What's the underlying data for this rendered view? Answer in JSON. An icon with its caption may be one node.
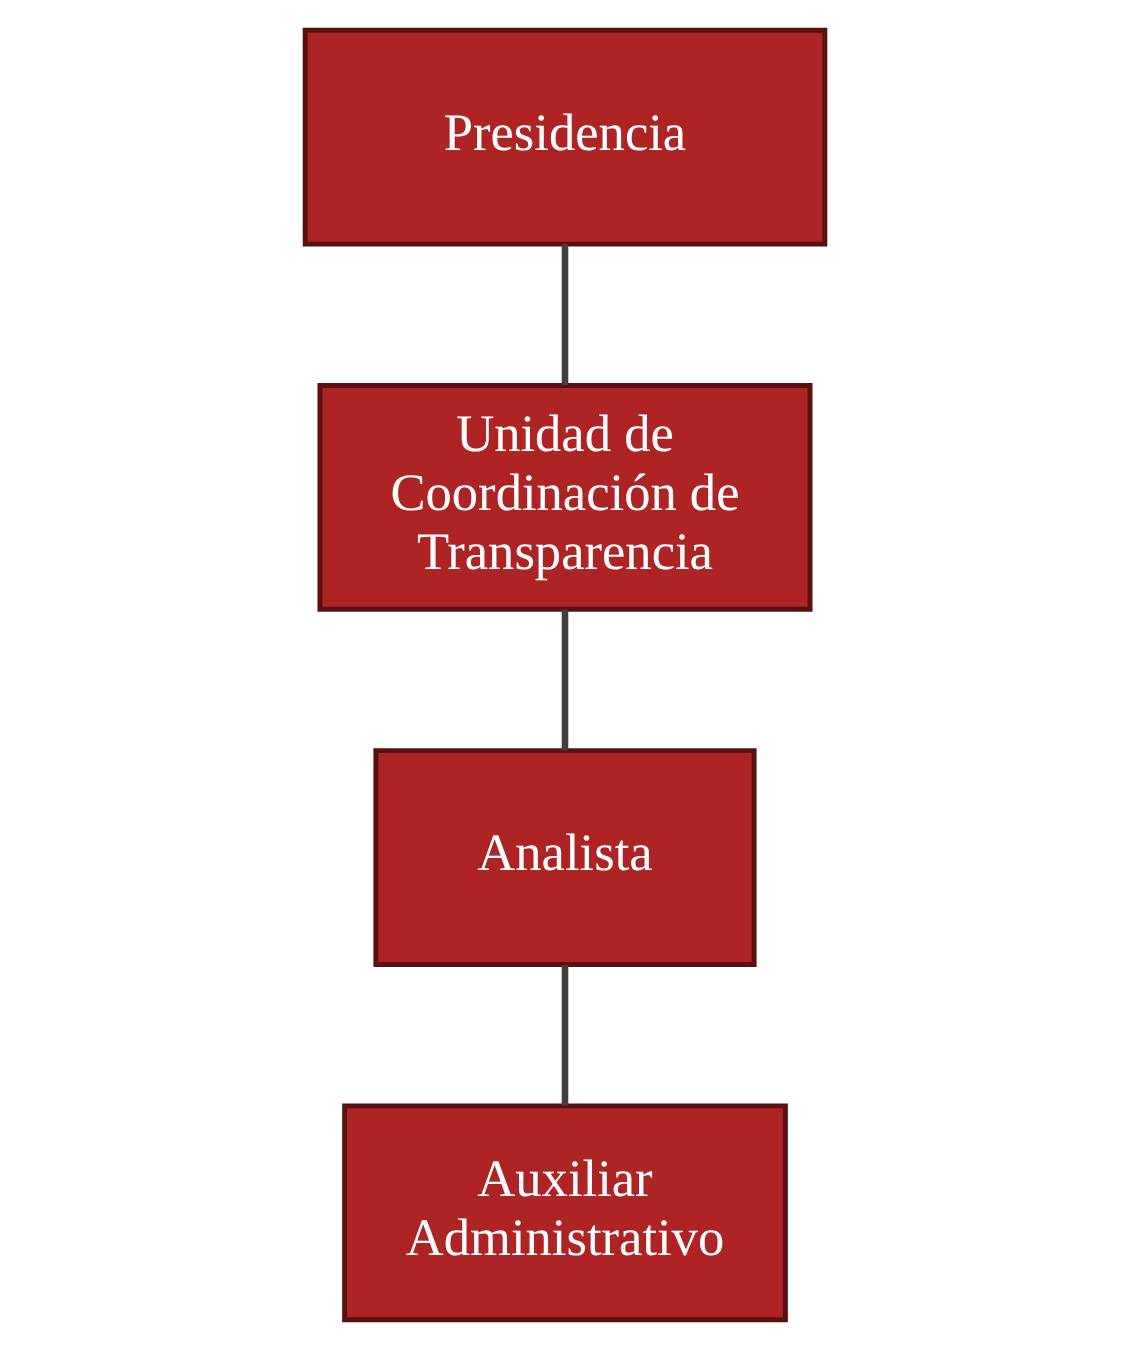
{
  "diagram": {
    "nodes": [
      {
        "text": [
          "Presidencia"
        ]
      },
      {
        "text": [
          "Unidad de Coordinación de Transparencia"
        ]
      },
      {
        "text": [
          "Analista"
        ]
      },
      {
        "text": [
          "Auxiliar Administrativo"
        ]
      }
    ],
    "edges": [
      {
        "from": 0,
        "to": 1,
        "arrow": "none"
      },
      {
        "from": 1,
        "to": 2,
        "arrow": "none"
      },
      {
        "from": 2,
        "to": 3,
        "arrow": "none"
      }
    ]
  }
}
